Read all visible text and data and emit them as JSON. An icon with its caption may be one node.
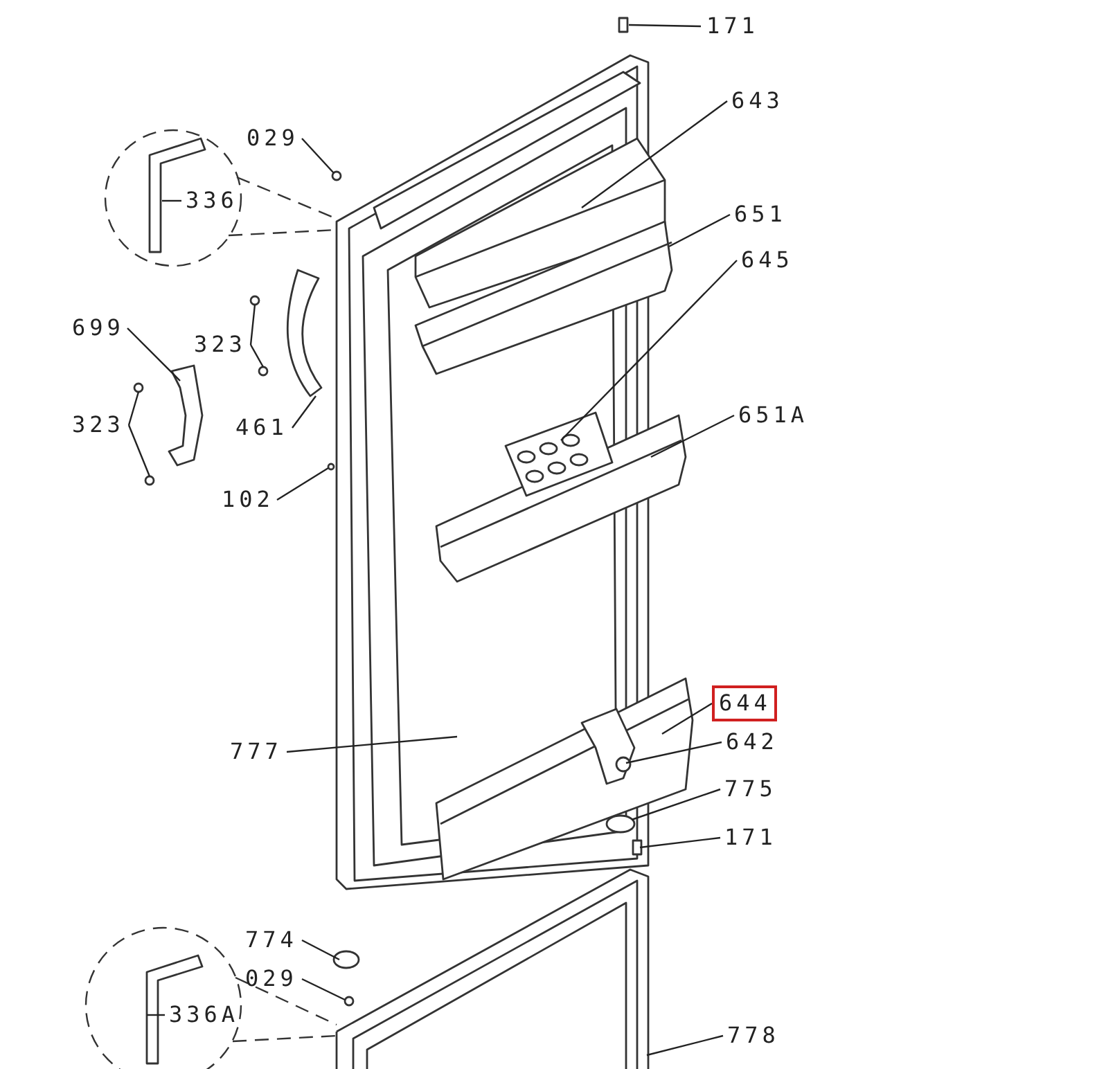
{
  "diagram": {
    "nodes": [
      {
        "text": [
          "171"
        ]
      },
      {
        "text": [
          "643"
        ]
      },
      {
        "text": [
          "029"
        ]
      },
      {
        "text": [
          "336"
        ]
      },
      {
        "text": [
          "651"
        ]
      },
      {
        "text": [
          "645"
        ]
      },
      {
        "text": [
          "699"
        ]
      },
      {
        "text": [
          "323"
        ]
      },
      {
        "text": [
          "651A"
        ]
      },
      {
        "text": [
          "323"
        ]
      },
      {
        "text": [
          "461"
        ]
      },
      {
        "text": [
          "102"
        ]
      },
      {
        "text": [
          "644"
        ]
      },
      {
        "text": [
          "642"
        ]
      },
      {
        "text": [
          "777"
        ]
      },
      {
        "text": [
          "775"
        ]
      },
      {
        "text": [
          "171"
        ]
      },
      {
        "text": [
          "774"
        ]
      },
      {
        "text": [
          "029"
        ]
      },
      {
        "text": [
          "336A"
        ]
      },
      {
        "text": [
          "778"
        ]
      }
    ],
    "edges": [
      {
        "from": 0,
        "to": null,
        "arrow": "none"
      },
      {
        "from": 1,
        "to": null,
        "arrow": "none"
      },
      {
        "from": 2,
        "to": null,
        "arrow": "none"
      },
      {
        "from": 3,
        "to": null,
        "arrow": "none"
      },
      {
        "from": 4,
        "to": null,
        "arrow": "none"
      },
      {
        "from": 5,
        "to": null,
        "arrow": "none"
      },
      {
        "from": 6,
        "to": null,
        "arrow": "none"
      },
      {
        "from": 7,
        "to": null,
        "arrow": "none"
      },
      {
        "from": 7,
        "to": null,
        "arrow": "none"
      },
      {
        "from": 8,
        "to": null,
        "arrow": "none"
      },
      {
        "from": 9,
        "to": null,
        "arrow": "none"
      },
      {
        "from": 9,
        "to": null,
        "arrow": "none"
      },
      {
        "from": 10,
        "to": null,
        "arrow": "none"
      },
      {
        "from": 11,
        "to": null,
        "arrow": "none"
      },
      {
        "from": 12,
        "to": null,
        "arrow": "none"
      },
      {
        "from": 13,
        "to": null,
        "arrow": "none"
      },
      {
        "from": 14,
        "to": null,
        "arrow": "none"
      },
      {
        "from": 15,
        "to": null,
        "arrow": "none"
      },
      {
        "from": 16,
        "to": null,
        "arrow": "none"
      },
      {
        "from": 17,
        "to": null,
        "arrow": "none"
      },
      {
        "from": 18,
        "to": null,
        "arrow": "none"
      },
      {
        "from": 19,
        "to": null,
        "arrow": "none"
      },
      {
        "from": 20,
        "to": null,
        "arrow": "none"
      }
    ]
  }
}
